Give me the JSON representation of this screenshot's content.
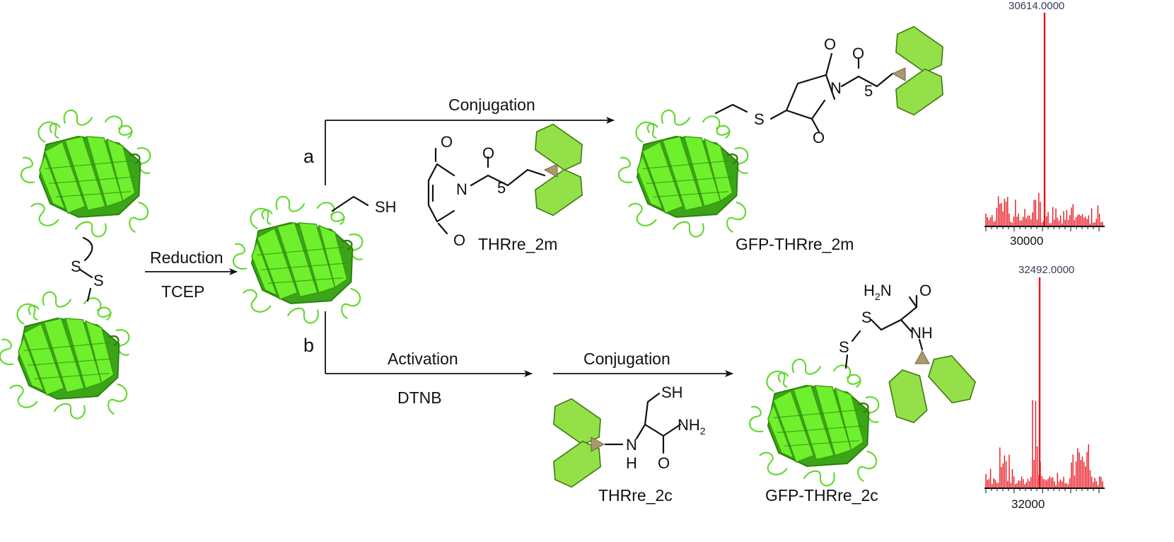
{
  "steps": {
    "reduction": "Reduction",
    "tcep": "TCEP",
    "path_a": "a",
    "path_b": "b",
    "conjugation_a": "Conjugation",
    "activation": "Activation",
    "dtnb": "DTNB",
    "conjugation_b": "Conjugation"
  },
  "compounds": {
    "thrre_2m": "THRre_2m",
    "gfp_thrre_2m": "GFP-THRre_2m",
    "thrre_2c": "THRre_2c",
    "gfp_thrre_2c": "GFP-THRre_2c"
  },
  "atoms": {
    "S": "S",
    "SH": "SH",
    "O": "O",
    "N": "N",
    "H": "H",
    "NH": "NH",
    "H2": "H",
    "two": "2",
    "five": "5"
  },
  "spectra": [
    {
      "peak_label": "30614.0000",
      "axis_tick": "30000"
    },
    {
      "peak_label": "32492.0000",
      "axis_tick": "32000"
    }
  ],
  "colors": {
    "protein": "#66e626",
    "protein_dark": "#3a9a12",
    "hexagon_fill": "#93e048",
    "hexagon_stroke": "#3d7a10",
    "bridge": "#a89a6a",
    "spectrum": "#e8141c"
  }
}
